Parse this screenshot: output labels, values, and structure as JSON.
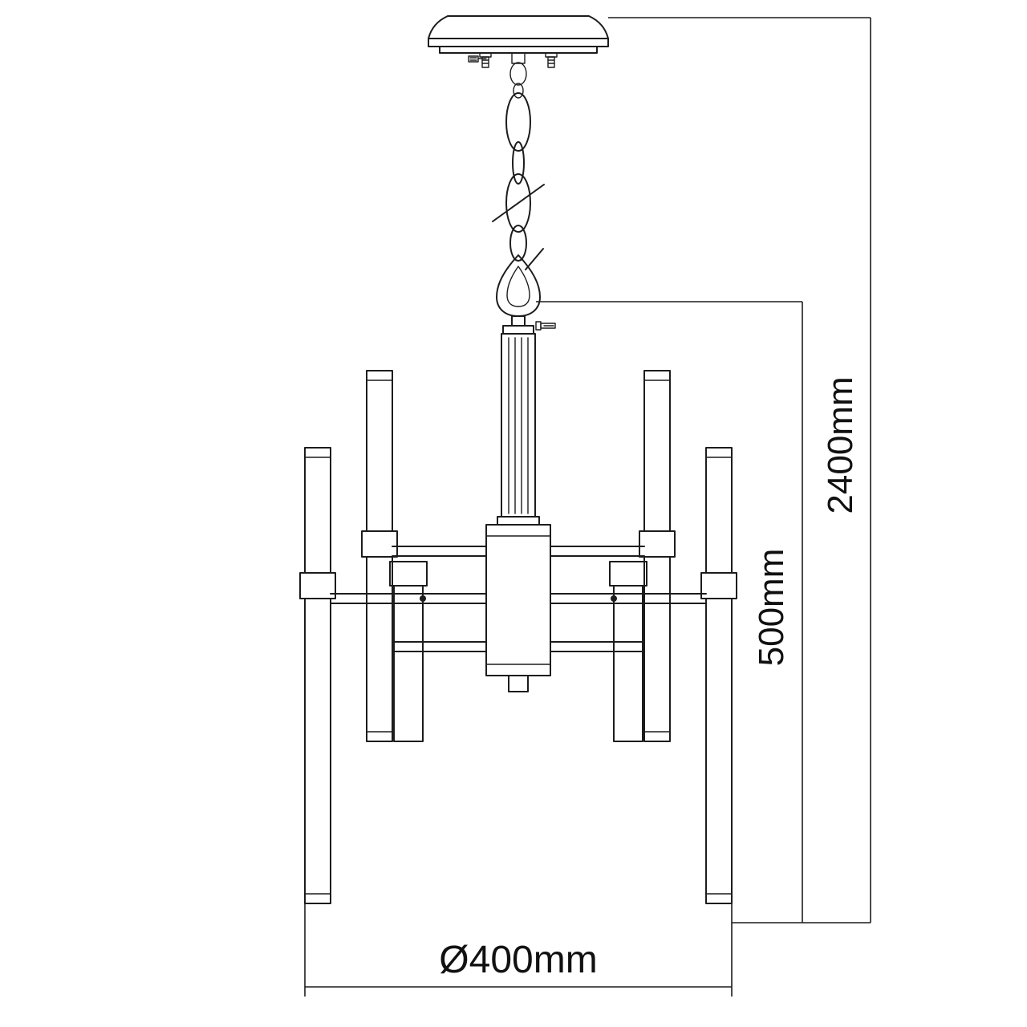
{
  "colors": {
    "background": "#ffffff",
    "line": "#1c1c1c",
    "text": "#111111"
  },
  "dimensions": {
    "overall_height": "2400mm",
    "fixture_height": "500mm",
    "diameter": "Ø400mm"
  }
}
